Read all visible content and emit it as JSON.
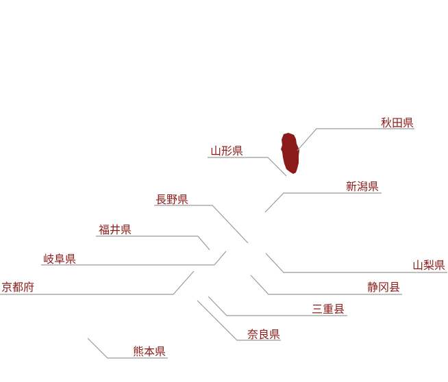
{
  "map": {
    "highlight_color": "#8b1a1a",
    "line_color": "#9a9a9a",
    "label_color": "#8b1a1a",
    "highlighted": "akita",
    "prefectures": [
      {
        "id": "akita",
        "label": "秋田県"
      },
      {
        "id": "yamagata",
        "label": "山形県"
      },
      {
        "id": "niigata",
        "label": "新潟県"
      },
      {
        "id": "nagano",
        "label": "長野県"
      },
      {
        "id": "fukui",
        "label": "福井県"
      },
      {
        "id": "gifu",
        "label": "岐阜県"
      },
      {
        "id": "yamanashi",
        "label": "山梨県"
      },
      {
        "id": "kyoto",
        "label": "京都府"
      },
      {
        "id": "shizuoka",
        "label": "静冈县"
      },
      {
        "id": "mie",
        "label": "三重县"
      },
      {
        "id": "nara",
        "label": "奈良県"
      },
      {
        "id": "kumamoto",
        "label": "熊本県"
      }
    ]
  }
}
